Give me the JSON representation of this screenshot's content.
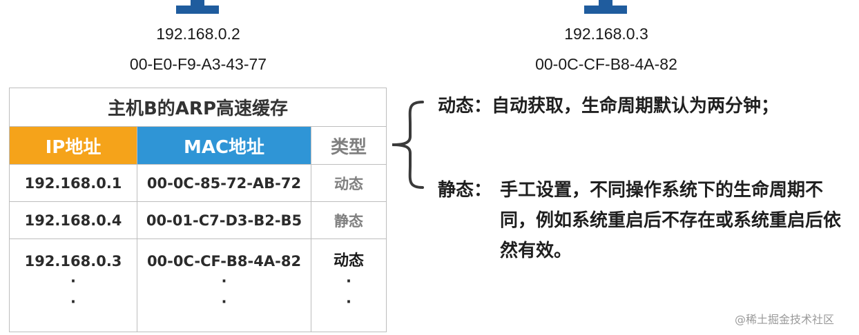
{
  "hosts": {
    "left": {
      "ip": "192.168.0.2",
      "mac": "00-E0-F9-A3-43-77",
      "icon": "computer-icon"
    },
    "right": {
      "ip": "192.168.0.3",
      "mac": "00-0C-CF-B8-4A-82",
      "icon": "computer-icon"
    }
  },
  "table": {
    "title": "主机B的ARP高速缓存",
    "headers": {
      "ip": "IP地址",
      "mac": "MAC地址",
      "type": "类型"
    },
    "rows": [
      {
        "ip": "192.168.0.1",
        "mac": "00-0C-85-72-AB-72",
        "type": "动态"
      },
      {
        "ip": "192.168.0.4",
        "mac": "00-01-C7-D3-B2-B5",
        "type": "静态"
      },
      {
        "ip": "192.168.0.3",
        "mac": "00-0C-CF-B8-4A-82",
        "type": "动态"
      }
    ],
    "ellipsis": "·"
  },
  "notes": {
    "dynamic": {
      "label": "动态：",
      "text": "自动获取，生命周期默认为两分钟；"
    },
    "static": {
      "label": "静态：",
      "text": "手工设置，不同操作系统下的生命周期不同，例如系统重启后不存在或系统重启后依然有效。"
    }
  },
  "watermark": "@稀土掘金技术社区",
  "colors": {
    "ip_header": "#f5a31a",
    "mac_header": "#2f95d6",
    "host_icon": "#1f5c9e"
  }
}
